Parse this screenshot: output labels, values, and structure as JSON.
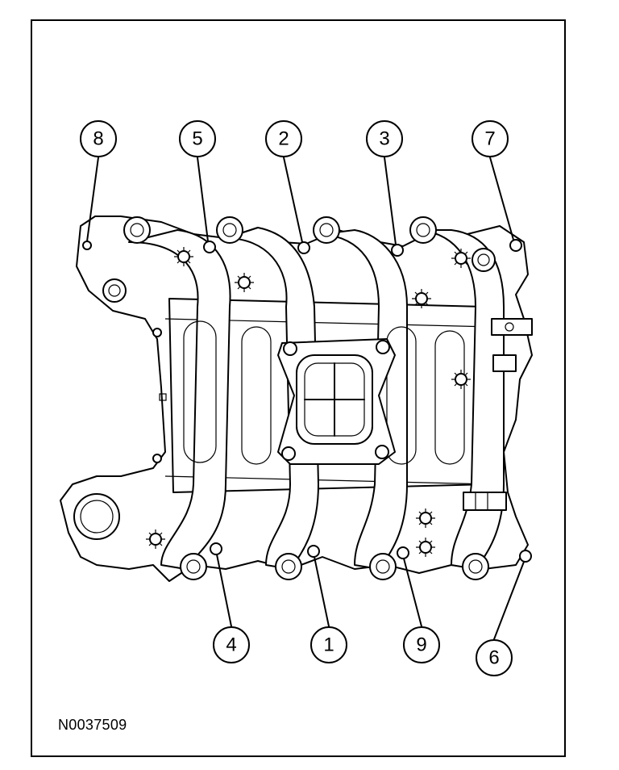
{
  "figure_id": "N0037509",
  "callouts": [
    {
      "label": "8"
    },
    {
      "label": "5"
    },
    {
      "label": "2"
    },
    {
      "label": "3"
    },
    {
      "label": "7"
    },
    {
      "label": "4"
    },
    {
      "label": "1"
    },
    {
      "label": "9"
    },
    {
      "label": "6"
    }
  ]
}
